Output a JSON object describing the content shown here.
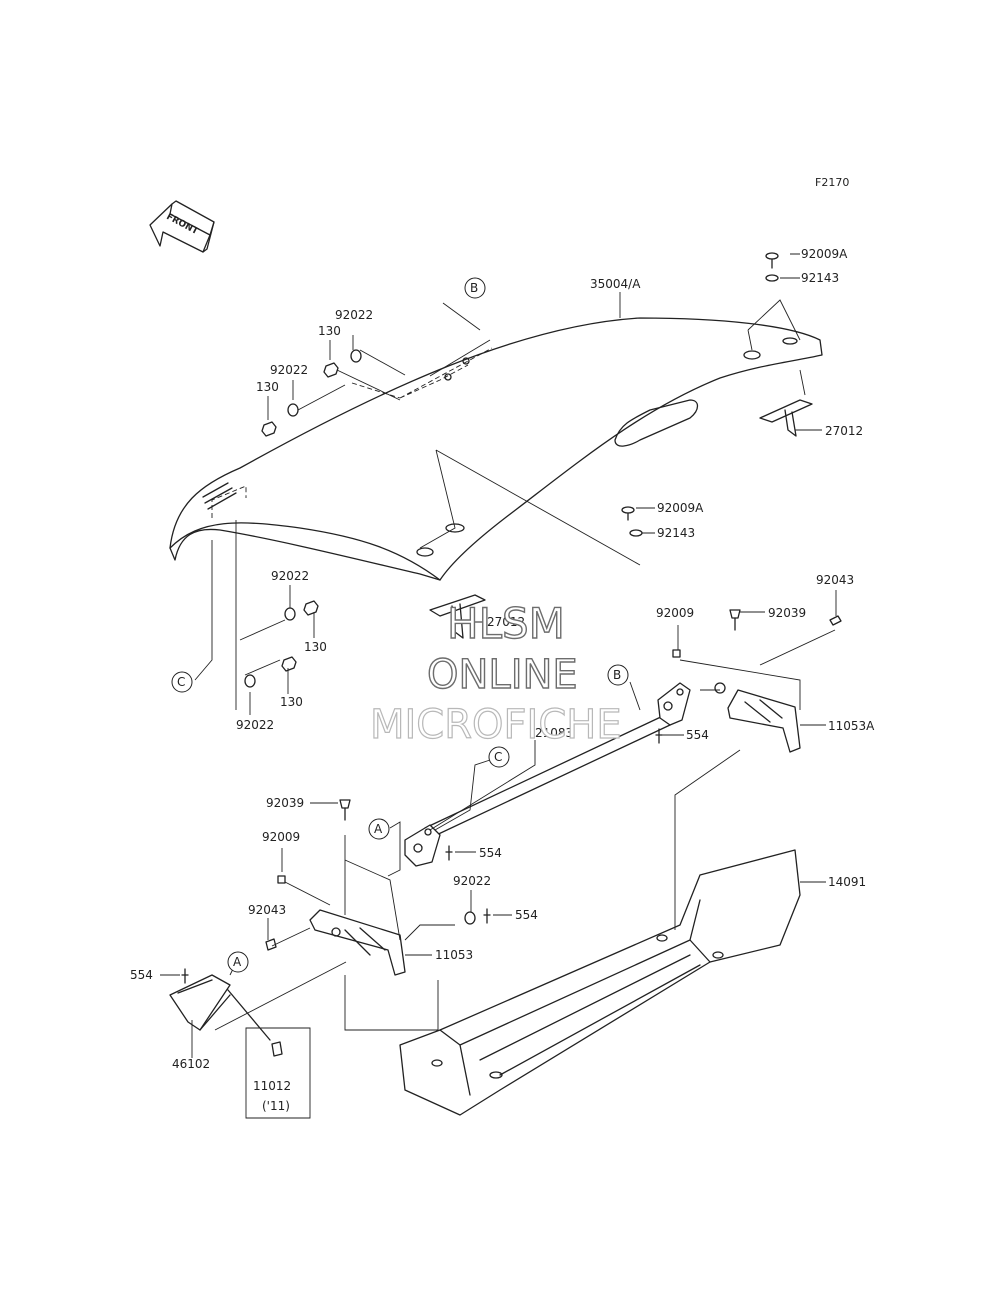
{
  "figure_code": "F2170",
  "front_arrow": {
    "label": "FRONT",
    "icon": "front-arrow-icon"
  },
  "parts": [
    "35004/A",
    "92009A",
    "92143",
    "27012",
    "92022",
    "130",
    "92009A",
    "92143",
    "92022",
    "130",
    "130",
    "92022",
    "27012",
    "92043",
    "92009",
    "92039",
    "11053A",
    "554",
    "21083",
    "92039",
    "554",
    "92009",
    "92022",
    "554",
    "92043",
    "11053",
    "14091",
    "554",
    "46102",
    "11012"
  ],
  "note_11012": "('11)",
  "refs": [
    "A",
    "A",
    "B",
    "B",
    "C",
    "C"
  ],
  "watermark": [
    "HLSM",
    "ONLINE",
    "MICROFICHE"
  ]
}
